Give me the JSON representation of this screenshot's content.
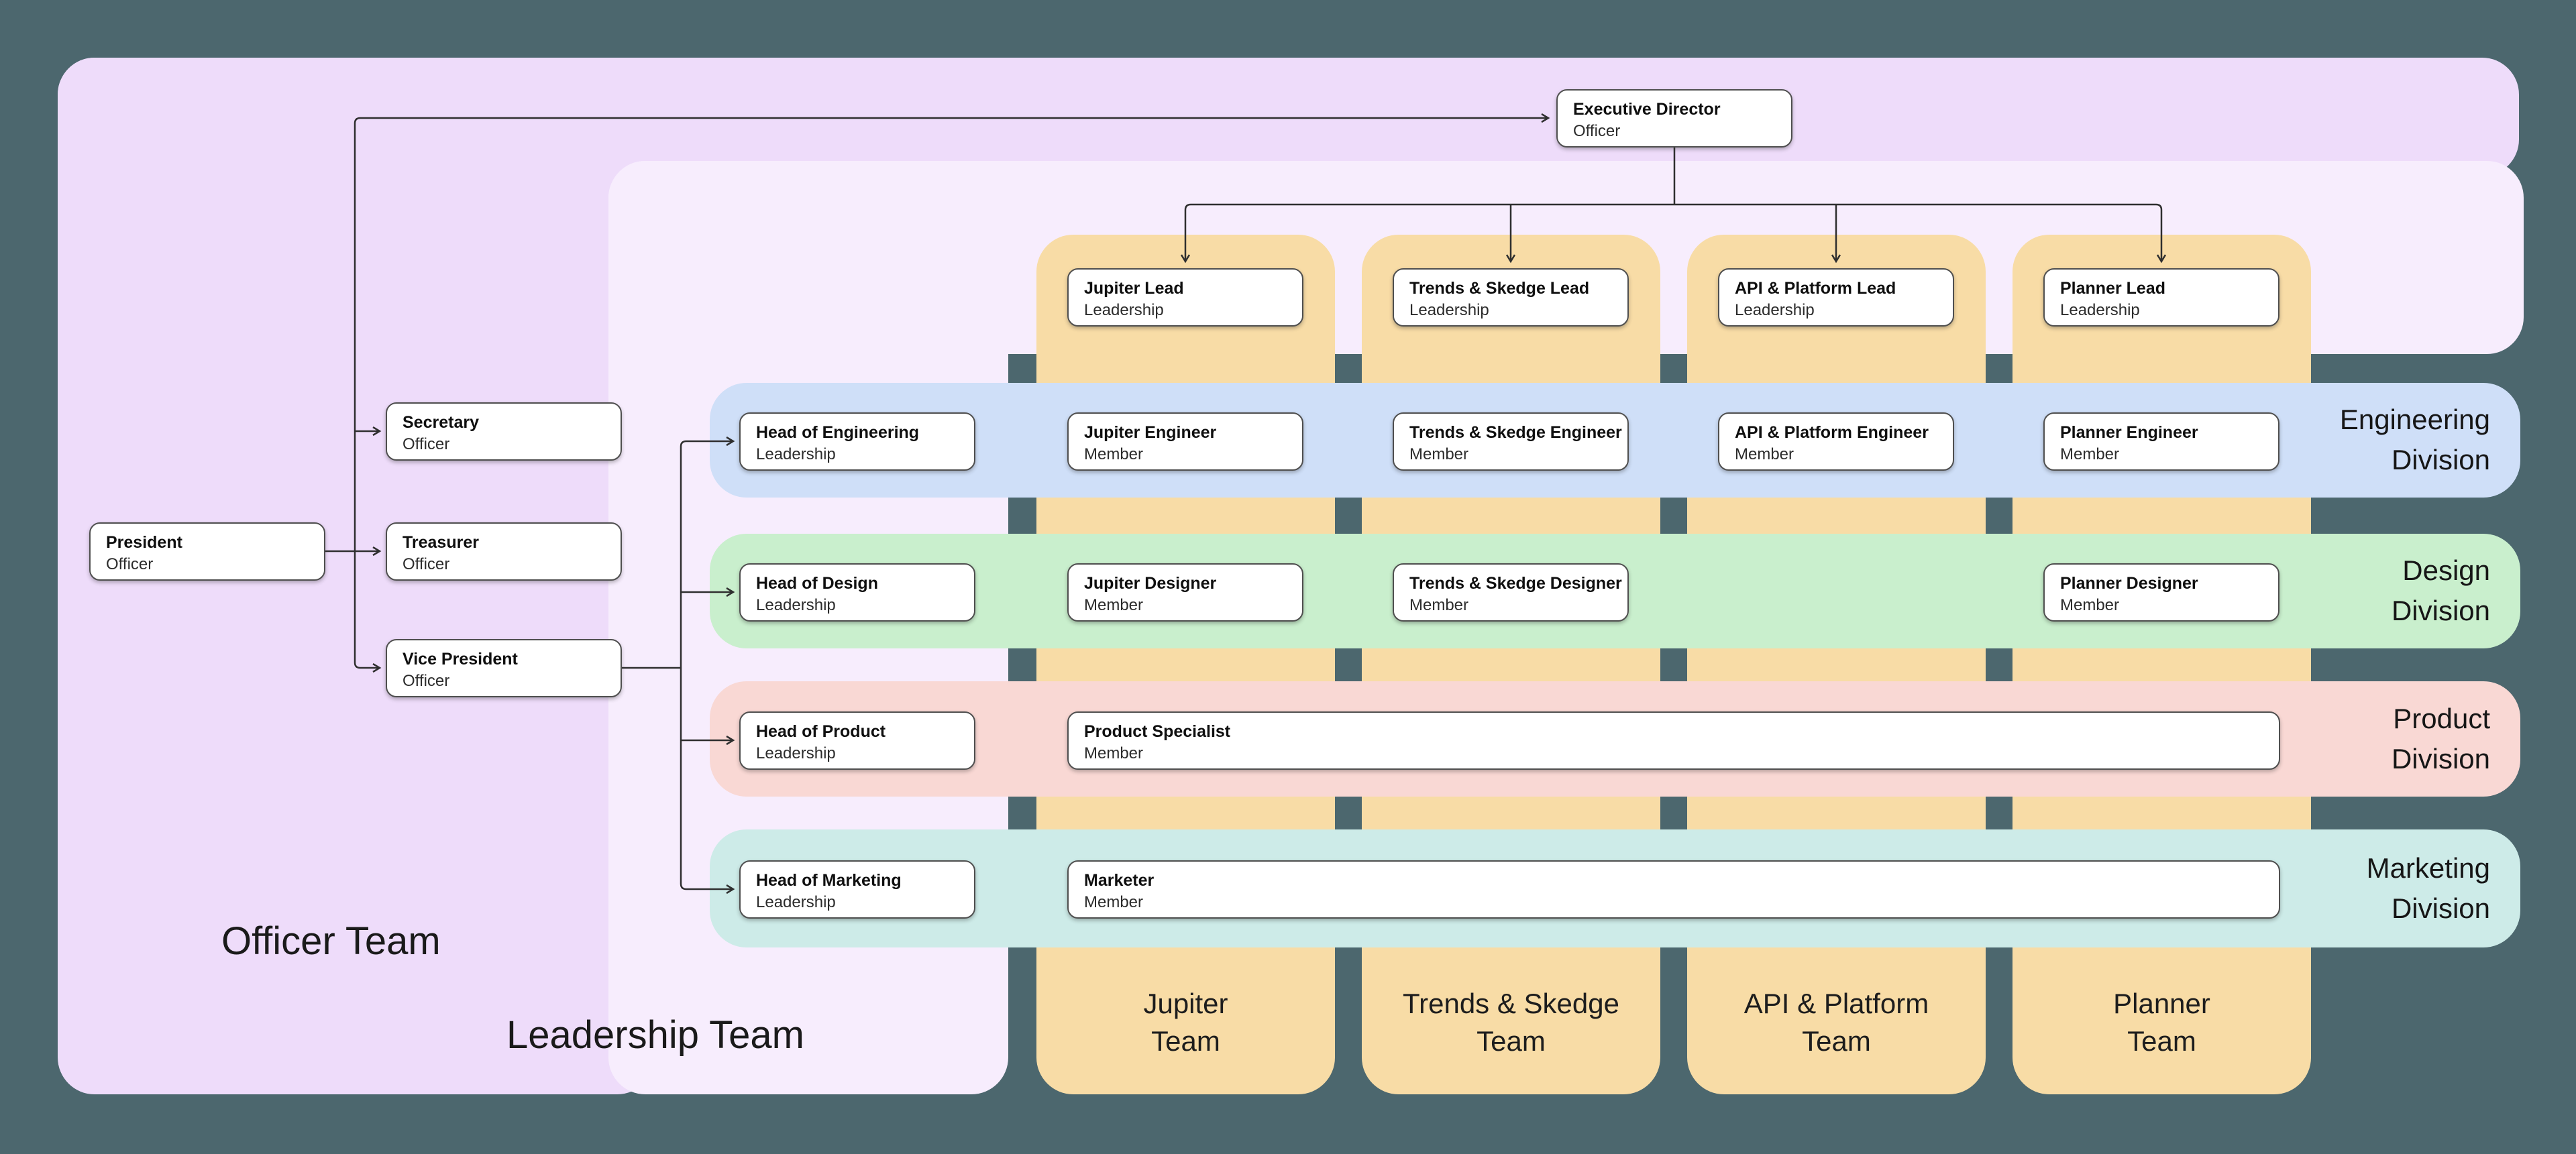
{
  "containers": {
    "officer": {
      "label": "Officer Team"
    },
    "leadership": {
      "label": "Leadership Team"
    }
  },
  "divisions": [
    {
      "id": "engineering",
      "line1": "Engineering",
      "line2": "Division",
      "color": "#cfdff8"
    },
    {
      "id": "design",
      "line1": "Design",
      "line2": "Division",
      "color": "#c9efcd"
    },
    {
      "id": "product",
      "line1": "Product",
      "line2": "Division",
      "color": "#f9d8d4"
    },
    {
      "id": "marketing",
      "line1": "Marketing",
      "line2": "Division",
      "color": "#cdebe8"
    }
  ],
  "team_columns": [
    {
      "id": "jupiter",
      "line1": "Jupiter",
      "line2": "Team"
    },
    {
      "id": "trends",
      "line1": "Trends & Skedge",
      "line2": "Team"
    },
    {
      "id": "api",
      "line1": "API & Platform",
      "line2": "Team"
    },
    {
      "id": "planner",
      "line1": "Planner",
      "line2": "Team"
    }
  ],
  "nodes": {
    "exec_director": {
      "title": "Executive Director",
      "subtitle": "Officer"
    },
    "president": {
      "title": "President",
      "subtitle": "Officer"
    },
    "secretary": {
      "title": "Secretary",
      "subtitle": "Officer"
    },
    "treasurer": {
      "title": "Treasurer",
      "subtitle": "Officer"
    },
    "vice_president": {
      "title": "Vice President",
      "subtitle": "Officer"
    },
    "jupiter_lead": {
      "title": "Jupiter Lead",
      "subtitle": "Leadership"
    },
    "trends_lead": {
      "title": "Trends & Skedge Lead",
      "subtitle": "Leadership"
    },
    "api_lead": {
      "title": "API & Platform Lead",
      "subtitle": "Leadership"
    },
    "planner_lead": {
      "title": "Planner Lead",
      "subtitle": "Leadership"
    },
    "head_engineering": {
      "title": "Head of Engineering",
      "subtitle": "Leadership"
    },
    "jupiter_engineer": {
      "title": "Jupiter Engineer",
      "subtitle": "Member"
    },
    "trends_engineer": {
      "title": "Trends & Skedge Engineer",
      "subtitle": "Member"
    },
    "api_engineer": {
      "title": "API & Platform Engineer",
      "subtitle": "Member"
    },
    "planner_engineer": {
      "title": "Planner Engineer",
      "subtitle": "Member"
    },
    "head_design": {
      "title": "Head of Design",
      "subtitle": "Leadership"
    },
    "jupiter_designer": {
      "title": "Jupiter Designer",
      "subtitle": "Member"
    },
    "trends_designer": {
      "title": "Trends & Skedge Designer",
      "subtitle": "Member"
    },
    "planner_designer": {
      "title": "Planner Designer",
      "subtitle": "Member"
    },
    "head_product": {
      "title": "Head of Product",
      "subtitle": "Leadership"
    },
    "product_specialist": {
      "title": "Product Specialist",
      "subtitle": "Member"
    },
    "head_marketing": {
      "title": "Head of Marketing",
      "subtitle": "Leadership"
    },
    "marketer": {
      "title": "Marketer",
      "subtitle": "Member"
    }
  },
  "colors": {
    "background": "#4c676e",
    "officer_region": "#eedcfa",
    "leadership_region": "#f7edfd",
    "team_column": "#f8dca6",
    "engineering_band": "#cfdff8",
    "design_band": "#c9efcd",
    "product_band": "#f9d8d4",
    "marketing_band": "#cdebe8",
    "node_border": "#4f4f4f",
    "connector": "#2f2f2f"
  }
}
